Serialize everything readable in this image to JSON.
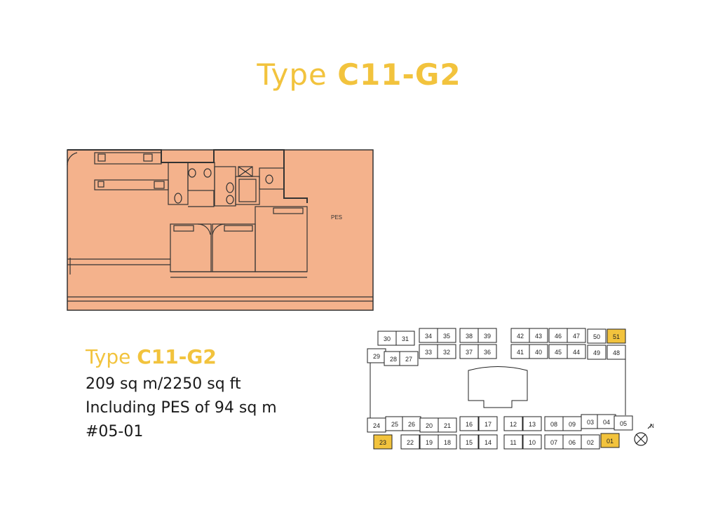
{
  "title": {
    "prefix": "Type",
    "code": "C11-G2"
  },
  "info": {
    "prefix": "Type",
    "code": "C11-G2",
    "area": "209 sq m/2250 sq ft",
    "pes": "Including PES of 94 sq m",
    "unit": "#05-01"
  },
  "floorplan": {
    "pes_label": "PES",
    "fill_color": "#f4b28c"
  },
  "site_plan": {
    "highlight_color": "#f2c33d",
    "highlighted_units": [
      "51",
      "23",
      "01"
    ],
    "top_row": [
      "30",
      "31",
      "34",
      "35",
      "38",
      "39",
      "42",
      "43",
      "46",
      "47",
      "50",
      "51",
      "29",
      "28",
      "27",
      "33",
      "32",
      "37",
      "36",
      "41",
      "40",
      "45",
      "44",
      "49",
      "48"
    ],
    "bottom_row": [
      "24",
      "25",
      "26",
      "20",
      "21",
      "16",
      "17",
      "12",
      "13",
      "08",
      "09",
      "03",
      "04",
      "05",
      "23",
      "22",
      "19",
      "18",
      "15",
      "14",
      "11",
      "10",
      "07",
      "06",
      "02",
      "01"
    ]
  },
  "compass": {
    "label": "N"
  }
}
